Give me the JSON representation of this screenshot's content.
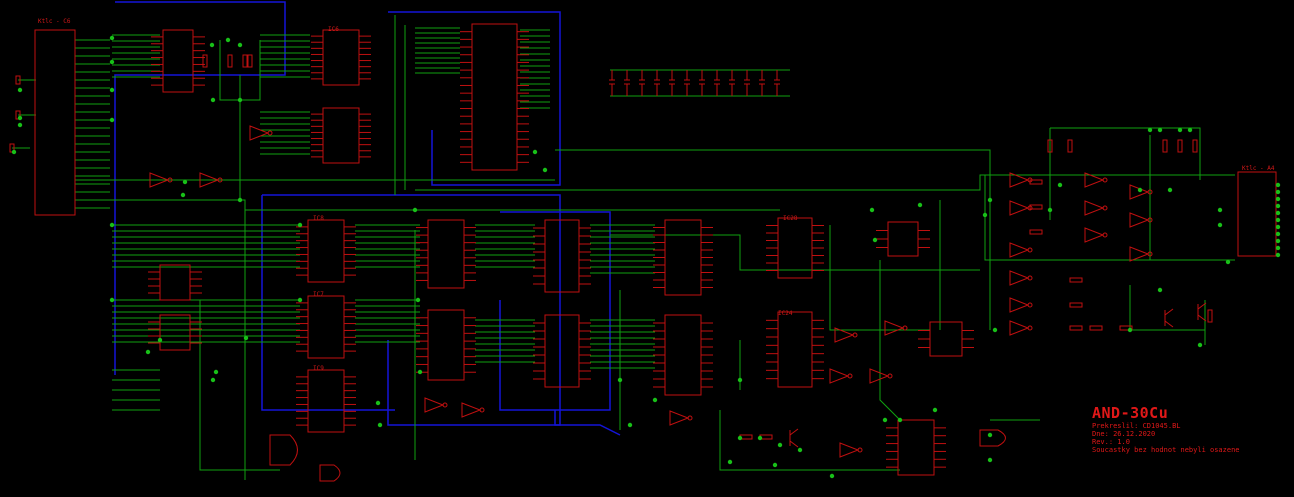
{
  "connectors": {
    "left": "Ktlc - C6",
    "right": "Ktlc - A4"
  },
  "ic_labels": [
    "IC6",
    "IC8",
    "IC7",
    "IC9",
    "IC28",
    "IC24"
  ],
  "title_block": {
    "title": "AND-30Cu",
    "line1": "Prekreslil: CD1045.BL",
    "line2": "Dne: 26.12.2020",
    "line3": "Rev.: 1.0",
    "line4": "Soucastky bez hodnot nebyli osazene"
  },
  "colors": {
    "background": "#000000",
    "wire": "#10a010",
    "component": "#c01010",
    "bus": "#1010d0",
    "junction": "#18c018",
    "text": "#d01818"
  }
}
